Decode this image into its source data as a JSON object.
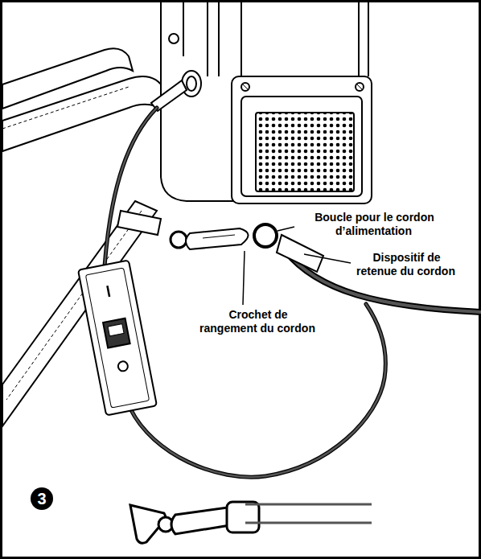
{
  "diagram": {
    "labels": [
      "Boucle pour le cordon d’alimentation",
      "Dispositif de retenue du cordon",
      "Crochet de rangement du cordon",
      "3"
    ]
  }
}
